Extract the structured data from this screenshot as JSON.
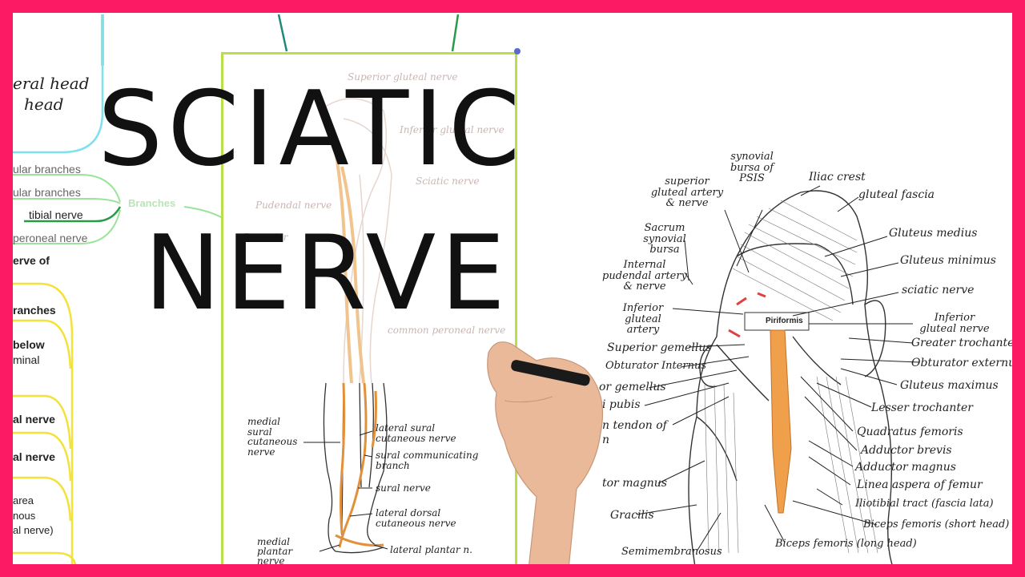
{
  "title": {
    "line1": "SCIATIC",
    "line2": "NERVE"
  },
  "mindmap": {
    "top_labels": [
      "eral head",
      "head"
    ],
    "branch_items": [
      "ular branches",
      "ular branches",
      "tibial nerve",
      "peroneal nerve"
    ],
    "branches_node": "Branches",
    "lower_items": [
      "erve of",
      "ranches",
      "below",
      "minal",
      "al nerve",
      "al nerve",
      "area",
      "nous",
      "al nerve)"
    ]
  },
  "leg_diagram": {
    "faint_labels": [
      "Superior gluteal nerve",
      "Inferior gluteal nerve",
      "Sciatic nerve",
      "Pudendal nerve",
      "Posterior",
      "common peroneal nerve"
    ],
    "labels": {
      "medial_sural": "medial sural cutaneous nerve",
      "lateral_sural": "lateral sural cutaneous nerve",
      "sural_comm": "sural communicating branch",
      "sural": "sural nerve",
      "lateral_dorsal": "lateral dorsal cutaneous nerve",
      "medial_plantar": "medial plantar nerve",
      "lateral_plantar": "lateral plantar n."
    }
  },
  "gluteal_diagram": {
    "labels": {
      "synovial_bursa": "synovial bursa of PSIS",
      "iliac_crest": "Iliac crest",
      "gluteal_fascia": "gluteal fascia",
      "sup_gluteal": "superior gluteal artery & nerve",
      "sacrum_bursa": "Sacrum synovial bursa",
      "gluteus_medius": "Gluteus medius",
      "gluteus_minimus": "Gluteus minimus",
      "int_pudendal": "Internal pudendal artery & nerve",
      "sciatic": "sciatic nerve",
      "inf_gluteal_artery": "Inferior gluteal artery",
      "piriformis": "Piriformis",
      "inf_gluteal_nerve": "Inferior gluteal nerve",
      "sup_gemellus": "Superior gemellus",
      "greater_troch": "Greater trochanter",
      "obt_internus": "Obturator Internus",
      "obt_externus": "Obturator externus",
      "inf_gemellus": "or gemellus",
      "gluteus_maximus": "Gluteus maximus",
      "pubis": "i pubis",
      "lesser_troch": "Lesser trochanter",
      "tendon": "n tendon of",
      "tendon2": "n",
      "quadratus": "Quadratus femoris",
      "add_brevis": "Adductor brevis",
      "add_magnus": "Adductor magnus",
      "linea": "Linea aspera of femur",
      "add_magnus_l": "tor magnus",
      "iliotibial": "Iliotibial tract (fascia lata)",
      "gracilis": "Gracilis",
      "biceps_short": "Biceps femoris (short head)",
      "semimem": "Semimembranosus",
      "biceps_long": "Biceps femoris (long head)"
    }
  }
}
